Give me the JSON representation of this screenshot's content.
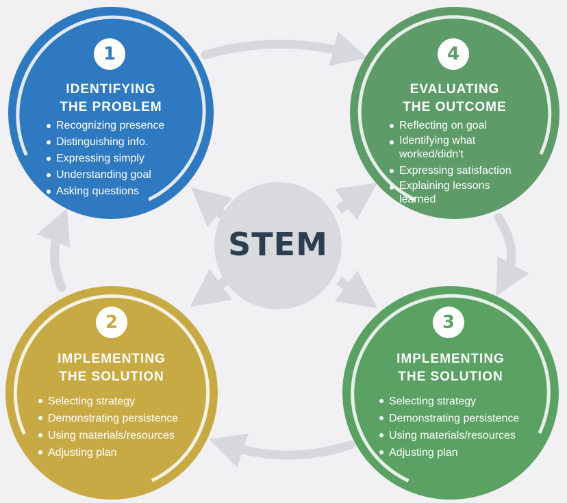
{
  "center_label": "STEM",
  "colors": {
    "identify": "#2f79c0",
    "evaluate": "#5d9b68",
    "implement_left": "#c8aa45",
    "implement_right": "#5aa163",
    "arrow": "#d7d8dc",
    "background": "#f1f1f3"
  },
  "stages": {
    "identify": {
      "number": "1",
      "title": "IDENTIFYING\nTHE PROBLEM",
      "items": [
        "Recognizing presence",
        "Distinguishing info.",
        "Expressing simply",
        "Understanding goal",
        "Asking questions"
      ]
    },
    "evaluate": {
      "number": "4",
      "title": "EVALUATING\nTHE OUTCOME",
      "items": [
        "Reflecting on goal",
        "Identifying what\nworked/didn't",
        "Expressing satisfaction",
        "Explaining lessons\nlearned"
      ]
    },
    "implement_left": {
      "number": "2",
      "title": "IMPLEMENTING\nTHE SOLUTION",
      "items": [
        "Selecting strategy",
        "Demonstrating persistence",
        "Using materials/resources",
        "Adjusting plan"
      ]
    },
    "implement_right": {
      "number": "3",
      "title": "IMPLEMENTING\nTHE SOLUTION",
      "items": [
        "Selecting strategy",
        "Demonstrating persistence",
        "Using materials/resources",
        "Adjusting plan"
      ]
    }
  }
}
